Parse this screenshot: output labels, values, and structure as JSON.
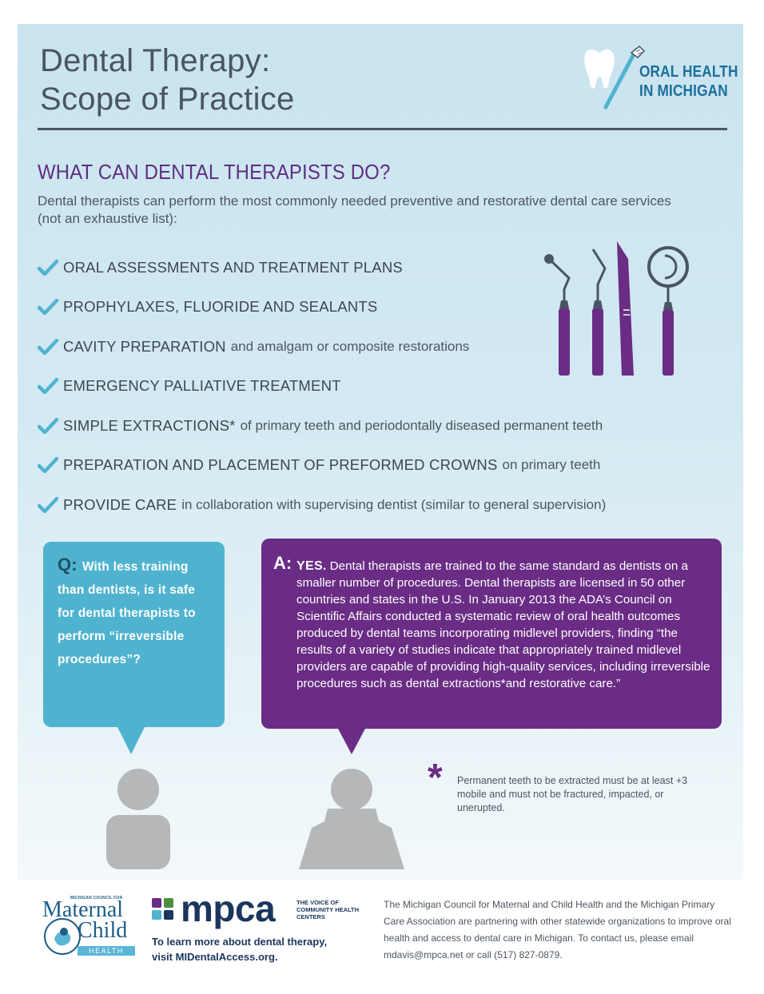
{
  "header": {
    "title_line1": "Dental Therapy:",
    "title_line2": "Scope of Practice",
    "logo_line1": "ORAL HEALTH",
    "logo_line2": "IN MICHIGAN"
  },
  "section": {
    "heading": "WHAT CAN DENTAL THERAPISTS DO?",
    "intro": "Dental therapists can perform the most commonly needed preventive and restorative dental care services (not an exhaustive list):"
  },
  "services": [
    {
      "title": "ORAL ASSESSMENTS AND TREATMENT PLANS",
      "detail": ""
    },
    {
      "title": "PROPHYLAXES, FLUORIDE AND SEALANTS",
      "detail": ""
    },
    {
      "title": "CAVITY PREPARATION",
      "detail": "and amalgam or composite restorations"
    },
    {
      "title": "EMERGENCY PALLIATIVE TREATMENT",
      "detail": ""
    },
    {
      "title": "SIMPLE EXTRACTIONS*",
      "detail": "of primary teeth and periodontally diseased permanent teeth"
    },
    {
      "title": "PREPARATION AND PLACEMENT OF PREFORMED CROWNS",
      "detail": "on primary teeth"
    },
    {
      "title": "PROVIDE CARE",
      "detail": "in collaboration with supervising dentist (similar to general supervision)"
    }
  ],
  "qa": {
    "q_label": "Q:",
    "question": "With less training than dentists, is it safe for dental therapists to perform “irreversible procedures”?",
    "a_label": "A:",
    "answer_lead": "YES.",
    "answer": "Dental therapists are trained to the same standard as dentists on a smaller number of procedures. Dental therapists are licensed in 50 other countries and states in the U.S. In January 2013 the ADA’s Council on Scientific Affairs conducted a systematic review of oral health outcomes produced by dental teams incorporating midlevel providers, finding “the results of a variety of studies indicate that appropriately trained midlevel providers are capable of providing high-quality services, including irreversible procedures such as dental extractions*and restorative care.”"
  },
  "footnote": {
    "marker": "*",
    "text": "Permanent teeth to be extracted must be at least +3 mobile and must not be fractured, impacted, or unerupted."
  },
  "footer": {
    "mch_council": "MICHIGAN COUNCIL FOR",
    "mch_maternal": "Maternal",
    "mch_child": "Child",
    "mch_health": "HEALTH",
    "mpca_name": "mpca",
    "mpca_tag": "THE VOICE OF COMMUNITY HEALTH CENTERS",
    "learn_more_line1": "To learn more about dental therapy,",
    "learn_more_line2": "visit MIDentalAccess.org.",
    "about": "The Michigan Council for Maternal and Child Health and the Michigan Primary Care Association are partnering with other statewide organizations to improve oral health and access to dental care in Michigan. To contact us, please email mdavis@mpca.net or call (517) 827-0879."
  },
  "colors": {
    "purple": "#6a2c85",
    "teal": "#4fb3d0",
    "check": "#4fb3d0",
    "slate": "#4a5563",
    "navy": "#1b365d"
  }
}
